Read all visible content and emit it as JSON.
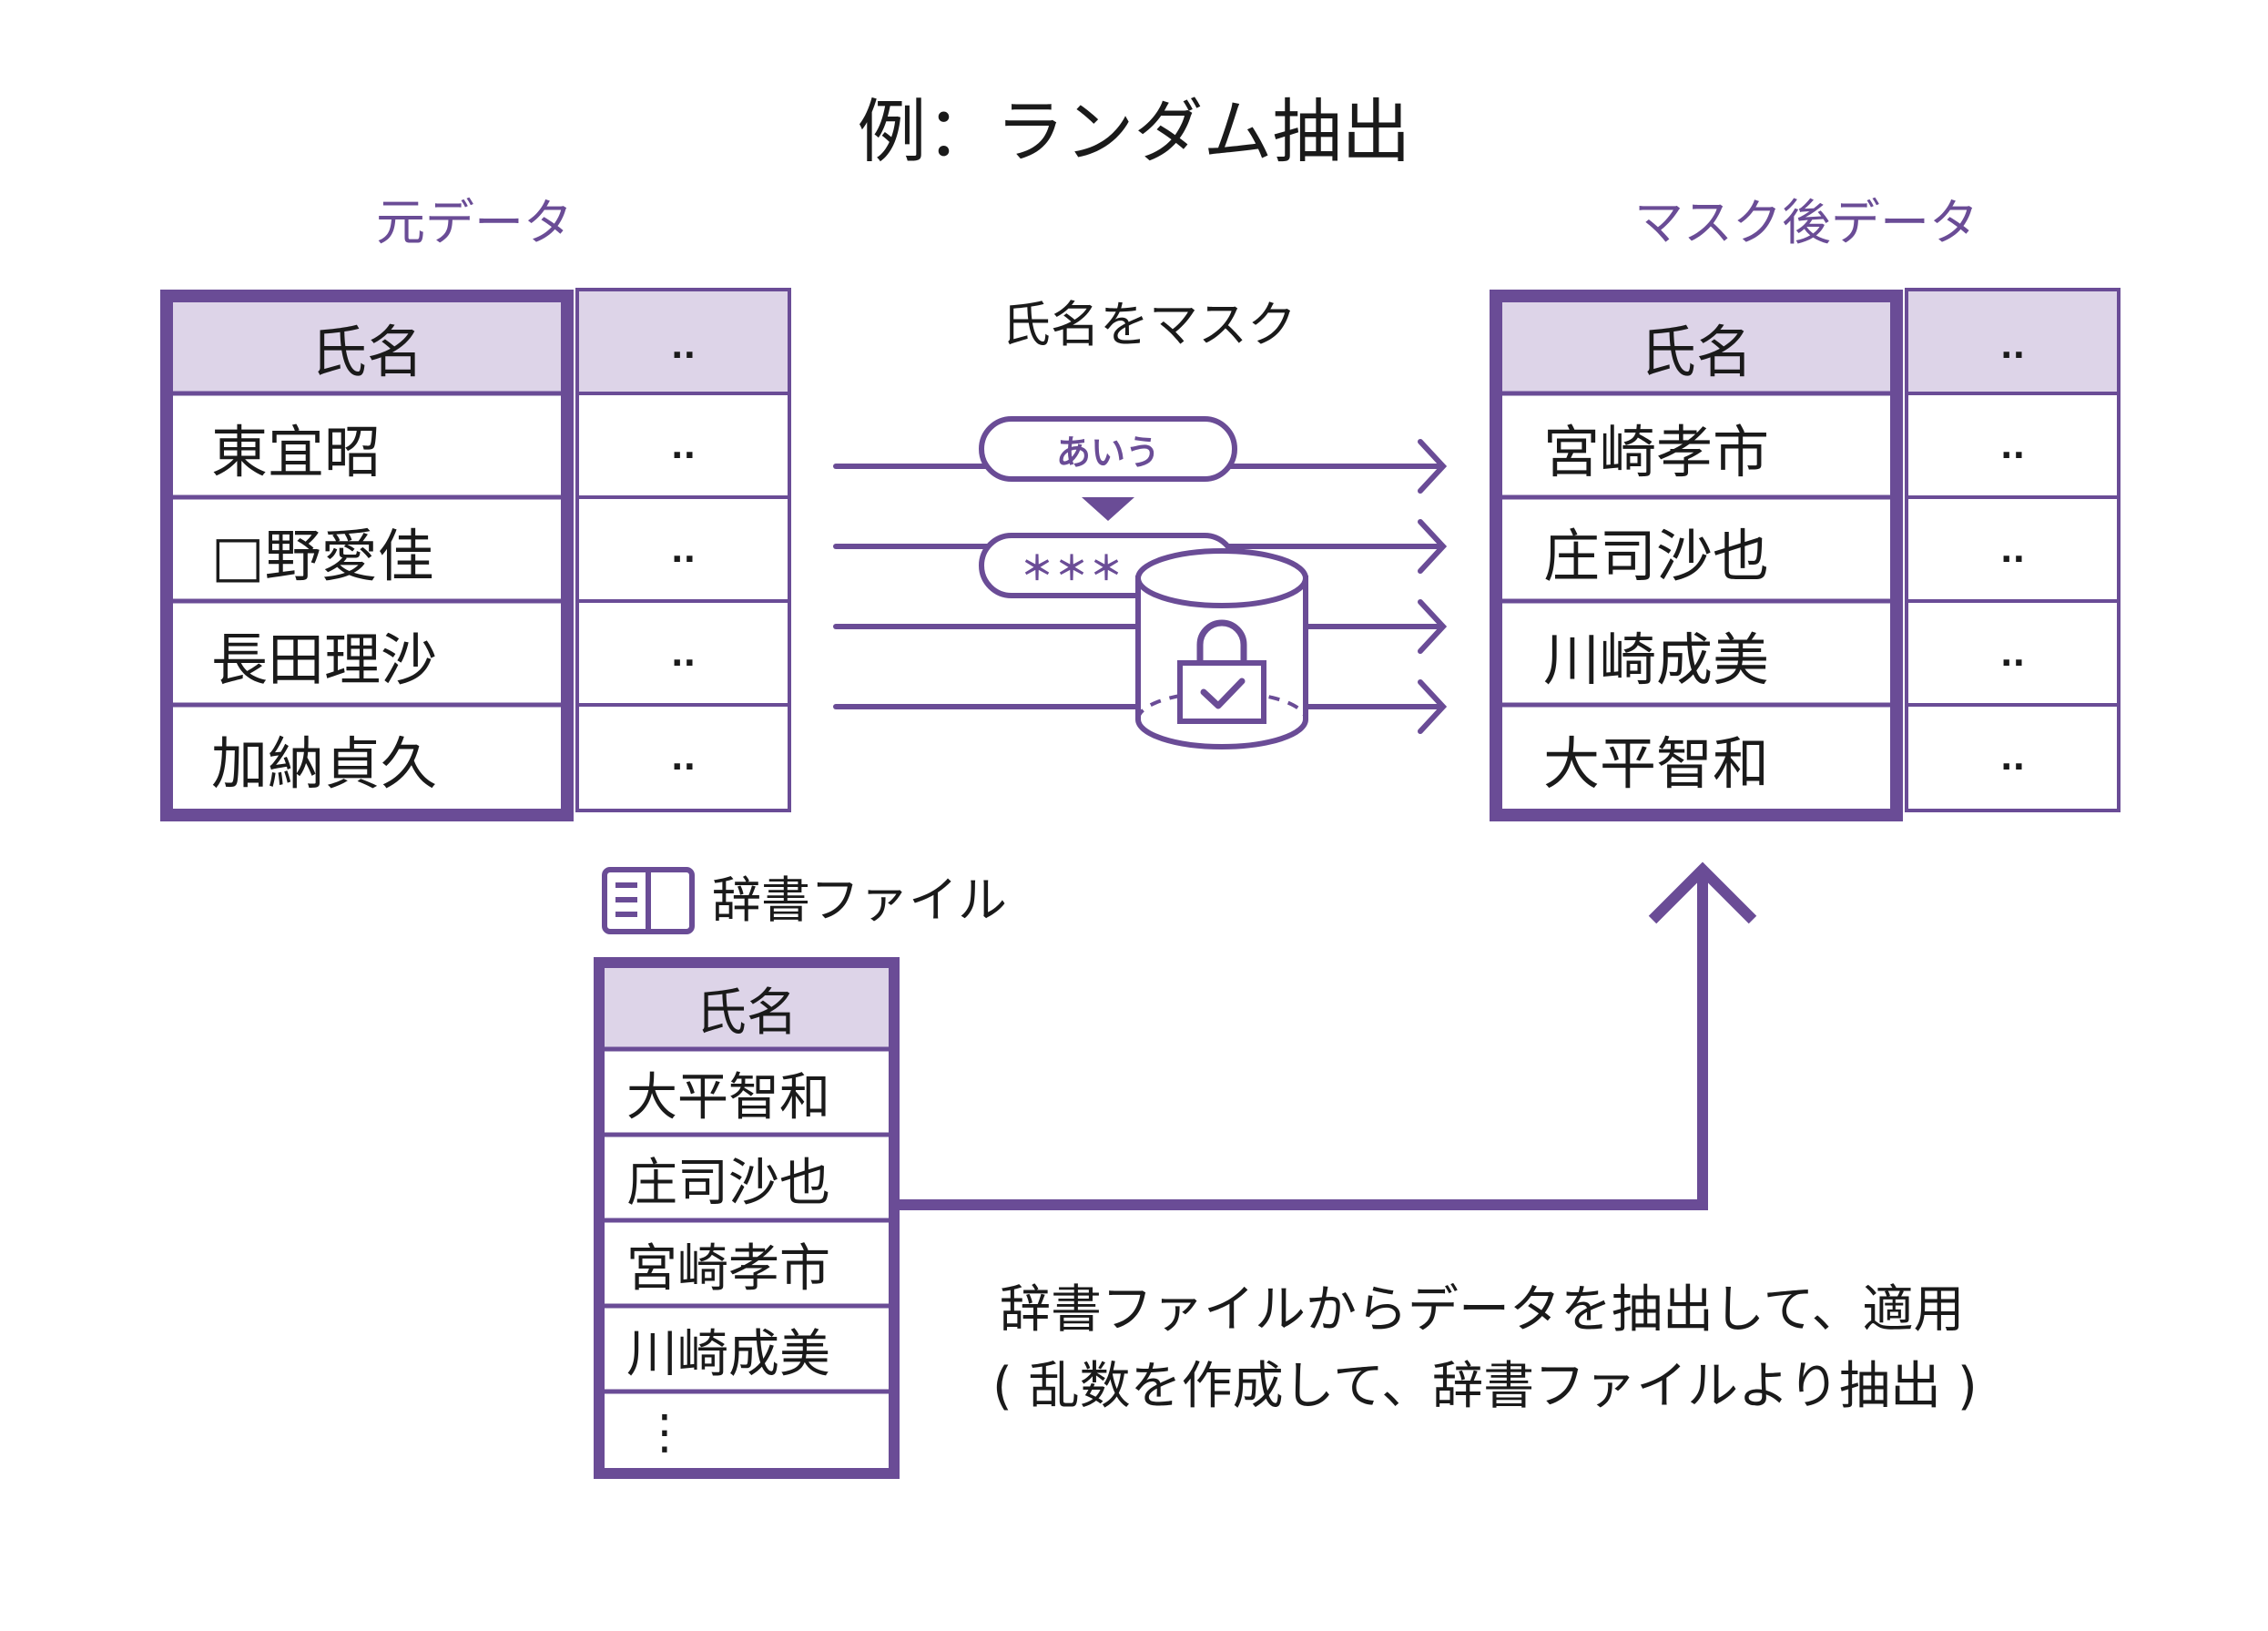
{
  "title": "例：ランダム抽出",
  "source": {
    "caption": "元データ",
    "header": "氏名",
    "header_other": "..",
    "names": [
      "東宜昭",
      "□野愛佳",
      "長田理沙",
      "加納貞久"
    ],
    "others": [
      "..",
      "..",
      "..",
      ".."
    ]
  },
  "masked": {
    "caption": "マスク後データ",
    "header": "氏名",
    "header_other": "..",
    "names": [
      "宮崎孝市",
      "庄司沙也",
      "川崎成美",
      "大平智和"
    ],
    "others": [
      "..",
      "..",
      "..",
      ".."
    ]
  },
  "process": {
    "label": "氏名をマスク",
    "before_pill": "あいう",
    "after_pill": "＊＊＊"
  },
  "dictionary": {
    "caption": "辞書ファイル",
    "header": "氏名",
    "names": [
      "大平智和",
      "庄司沙也",
      "宮崎孝市",
      "川崎成美"
    ],
    "more": "⋮"
  },
  "description": {
    "line1": "辞書ファイルからデータを抽出して、適用",
    "line2": "( 乱数を作成して、辞書ファイルより抽出 )"
  },
  "colors": {
    "accent": "#6a4c96",
    "header_fill": "#ddd4e8",
    "caption": "#6a4c96"
  }
}
